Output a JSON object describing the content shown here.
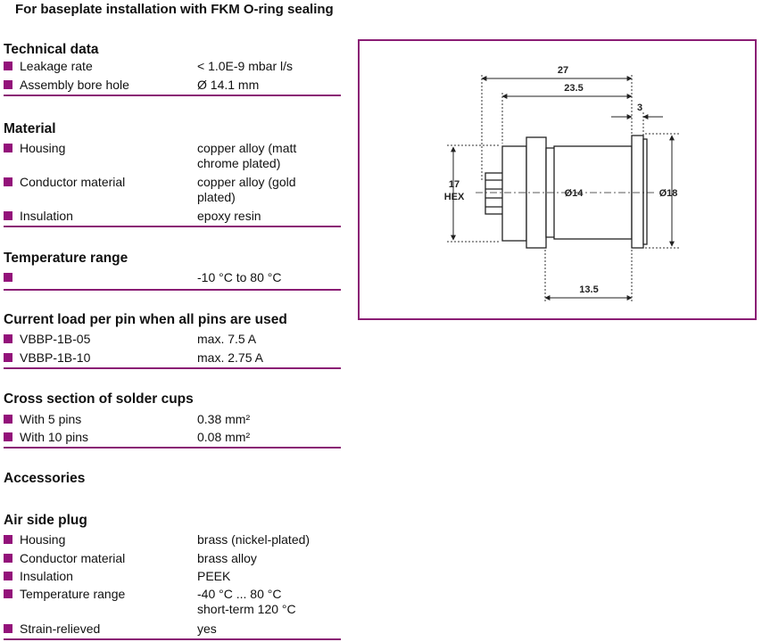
{
  "page_title": "For baseplate installation with FKM O-ring sealing",
  "sections": {
    "technical_data": {
      "title": "Technical data",
      "rows": [
        {
          "label": "Leakage rate",
          "value": "< 1.0E-9 mbar l/s"
        },
        {
          "label": "Assembly bore hole",
          "value": "Ø 14.1 mm"
        }
      ]
    },
    "material": {
      "title": "Material",
      "rows": [
        {
          "label": "Housing",
          "value_line1": "copper alloy (matt",
          "value_line2": "chrome plated)"
        },
        {
          "label": "Conductor material",
          "value_line1": "copper alloy (gold",
          "value_line2": "plated)"
        },
        {
          "label": "Insulation",
          "value": "epoxy resin"
        }
      ]
    },
    "temperature_range": {
      "title": "Temperature range",
      "rows": [
        {
          "label": "",
          "value": "-10 °C to 80 °C"
        }
      ]
    },
    "current_load": {
      "title": "Current load per pin when all pins are used",
      "rows": [
        {
          "label": "VBBP-1B-05",
          "value": "max. 7.5 A"
        },
        {
          "label": "VBBP-1B-10",
          "value": "max. 2.75 A"
        }
      ]
    },
    "cross_section": {
      "title": "Cross section of solder cups",
      "rows": [
        {
          "label": "With 5 pins",
          "value": "0.38 mm²"
        },
        {
          "label": "With 10 pins",
          "value": "0.08 mm²"
        }
      ]
    },
    "accessories": {
      "title": "Accessories"
    },
    "air_side_plug": {
      "title": "Air side plug",
      "rows": [
        {
          "label": "Housing",
          "value": "brass (nickel-plated)"
        },
        {
          "label": "Conductor material",
          "value": "brass alloy"
        },
        {
          "label": "Insulation",
          "value": "PEEK"
        },
        {
          "label": "Temperature range",
          "value_line1": "-40 °C ... 80 °C",
          "value_line2": "short-term 120 °C"
        },
        {
          "label": "Strain-relieved",
          "value": "yes"
        }
      ]
    }
  },
  "drawing": {
    "dim_overall": "27",
    "dim_body": "23.5",
    "dim_flange": "3",
    "dim_hex_value": "17",
    "dim_hex_label": "HEX",
    "dim_inner_dia": "Ø14",
    "dim_outer_dia": "Ø18",
    "dim_bottom": "13.5"
  },
  "colors": {
    "accent": "#8a1d74",
    "bullet": "#93127a"
  }
}
